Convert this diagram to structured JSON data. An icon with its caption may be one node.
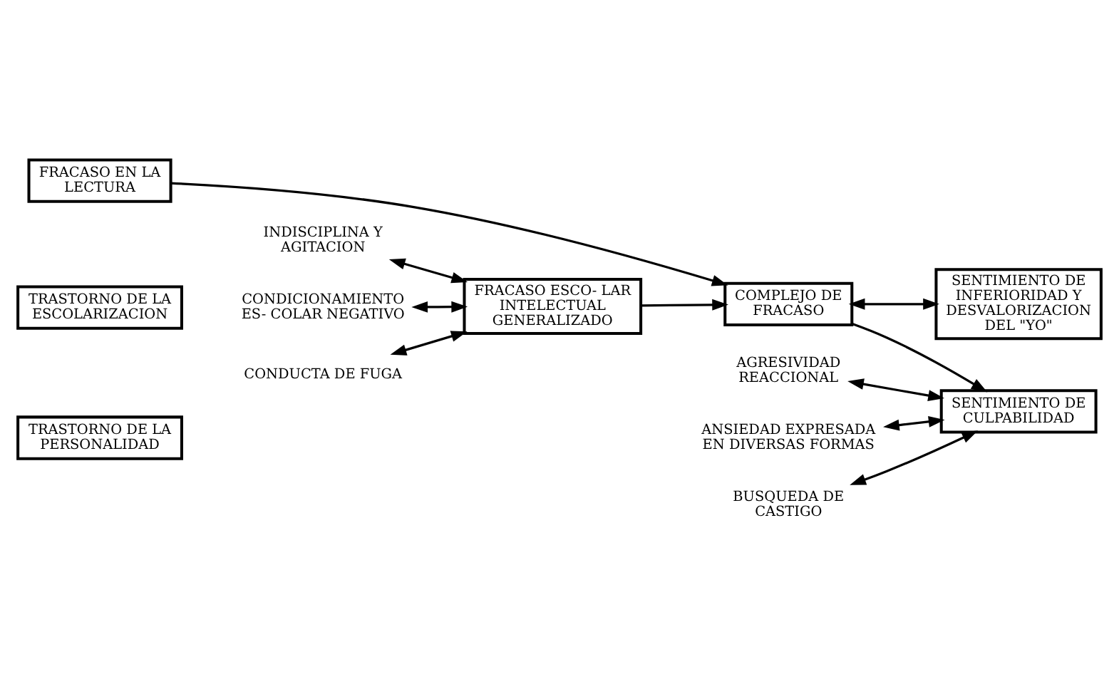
{
  "diagram": {
    "nodes": [
      {
        "text": [
          "TRASTORNO DE LA ESCOLARIZACION"
        ]
      },
      {
        "text": [
          "FRACASO EN LA LECTURA"
        ]
      },
      {
        "text": [
          "TRASTORNO DE LA PERSONALIDAD"
        ]
      },
      {
        "text": [
          "CONDICIONAMIENTO ES- COLAR NEGATIVO"
        ]
      },
      {
        "text": [
          "CONDUCTA DE FUGA"
        ]
      },
      {
        "text": [
          "FRACASO ESCO- LAR INTELECTUAL GENERALIZADO"
        ]
      },
      {
        "text": [
          "COMPLEJO DE FRACASO"
        ]
      },
      {
        "text": [
          "SENTIMIENTO DE CULPABILIDAD"
        ]
      },
      {
        "text": [
          "ANSIEDAD EXPRESADA EN DIVERSAS FORMAS"
        ]
      },
      {
        "text": [
          "BUSQUEDA DE CASTIGO"
        ]
      },
      {
        "text": [
          "INDISCIPLINA Y AGITACION"
        ]
      },
      {
        "text": [
          "SENTIMIENTO DE INFERIORIDAD Y DESVALORIZACION DEL \"YO\""
        ]
      },
      {
        "text": [
          "AGRESIVIDAD REACCIONAL"
        ]
      }
    ],
    "edges": [
      {
        "from": 1,
        "to": 6,
        "arrow": "to"
      },
      {
        "from": 3,
        "to": 5,
        "arrow": "both"
      },
      {
        "from": 4,
        "to": 5,
        "arrow": "both"
      },
      {
        "from": 10,
        "to": 5,
        "arrow": "both"
      },
      {
        "from": 5,
        "to": 6,
        "arrow": "to"
      },
      {
        "from": 6,
        "to": 7,
        "arrow": "to"
      },
      {
        "from": 8,
        "to": 7,
        "arrow": "both"
      },
      {
        "from": 9,
        "to": 7,
        "arrow": "both"
      },
      {
        "from": 12,
        "to": 7,
        "arrow": "both"
      },
      {
        "from": 6,
        "to": 11,
        "arrow": "both"
      }
    ]
  }
}
